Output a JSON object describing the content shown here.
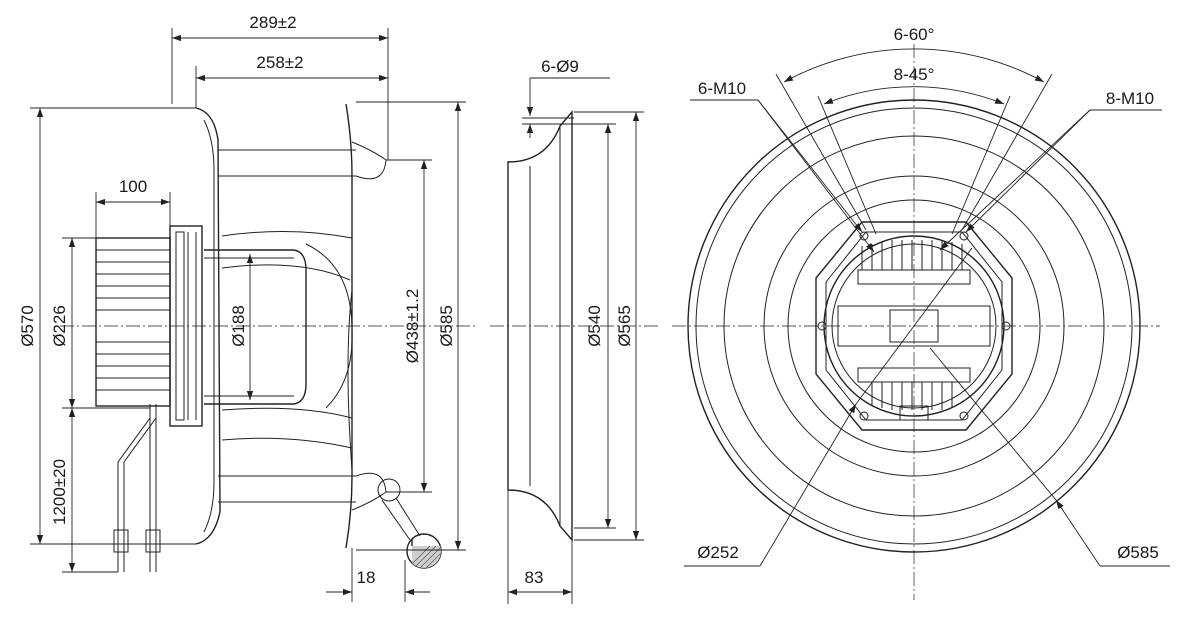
{
  "side_view": {
    "dim_overall_length": "289±2",
    "dim_housing_length": "258±2",
    "dim_motor_length": "100",
    "dim_diameter_570": "Ø570",
    "dim_diameter_226": "Ø226",
    "dim_diameter_188": "Ø188",
    "dim_diameter_438": "Ø438±1.2",
    "dim_diameter_585": "Ø585",
    "dim_cable_length": "1200±20",
    "dim_detail_18": "18"
  },
  "ring_view": {
    "dim_holes": "6-Ø9",
    "dim_diameter_540": "Ø540",
    "dim_diameter_565": "Ø565",
    "dim_width_83": "83"
  },
  "front_view": {
    "dim_angle_60": "6-60°",
    "dim_angle_45": "8-45°",
    "dim_thread_6": "6-M10",
    "dim_thread_8": "8-M10",
    "dim_diameter_252": "Ø252",
    "dim_diameter_585": "Ø585"
  }
}
